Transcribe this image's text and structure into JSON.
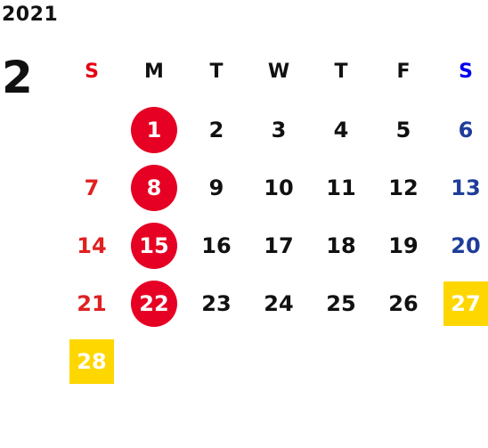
{
  "year": "2021",
  "month": "2",
  "weekdays": [
    "S",
    "M",
    "T",
    "W",
    "T",
    "F",
    "S"
  ],
  "colors": {
    "sunday": "#e02020",
    "saturday": "#1f3d99",
    "holiday_circle": "#e60023",
    "highlight_square": "#ffd700"
  },
  "weeks": [
    [
      "",
      "1",
      "2",
      "3",
      "4",
      "5",
      "6"
    ],
    [
      "7",
      "8",
      "9",
      "10",
      "11",
      "12",
      "13"
    ],
    [
      "14",
      "15",
      "16",
      "17",
      "18",
      "19",
      "20"
    ],
    [
      "21",
      "22",
      "23",
      "24",
      "25",
      "26",
      "27"
    ],
    [
      "28",
      "",
      "",
      "",
      "",
      "",
      ""
    ]
  ]
}
